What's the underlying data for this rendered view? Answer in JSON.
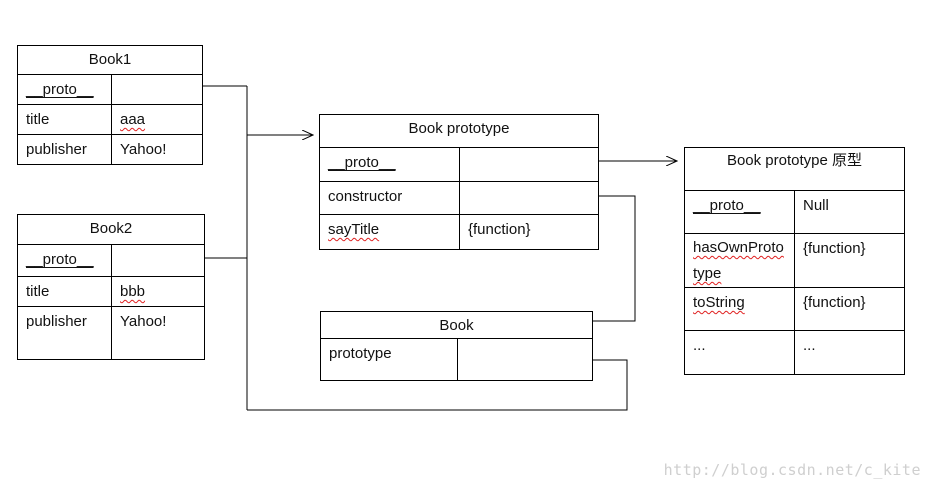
{
  "book1": {
    "title": "Book1",
    "rows": [
      {
        "key": "__proto__",
        "value": ""
      },
      {
        "key": "title",
        "value": "aaa"
      },
      {
        "key": "publisher",
        "value": "Yahoo!"
      }
    ]
  },
  "book2": {
    "title": "Book2",
    "rows": [
      {
        "key": "__proto__",
        "value": ""
      },
      {
        "key": "title",
        "value": "bbb"
      },
      {
        "key": "publisher",
        "value": "Yahoo!"
      }
    ]
  },
  "book_prototype": {
    "title": "Book prototype",
    "rows": [
      {
        "key": "__proto__",
        "value": ""
      },
      {
        "key": "constructor",
        "value": ""
      },
      {
        "key": "sayTitle",
        "value": "{function}"
      }
    ]
  },
  "book": {
    "title": "Book",
    "rows": [
      {
        "key": "prototype",
        "value": ""
      }
    ]
  },
  "object_prototype": {
    "title": "Book prototype 原型",
    "rows": [
      {
        "key": "__proto__",
        "value": "Null"
      },
      {
        "key": "hasOwnPrototype",
        "value": "{function}"
      },
      {
        "key": "toString",
        "value": "{function}"
      },
      {
        "key": "...",
        "value": "..."
      }
    ]
  },
  "watermark": "http://blog.csdn.net/c_kite"
}
